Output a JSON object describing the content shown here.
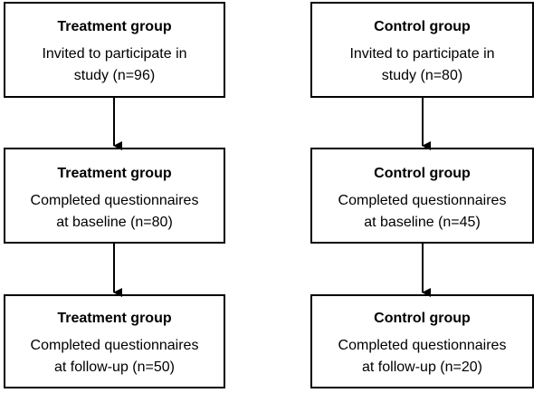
{
  "treatment": {
    "boxes": [
      {
        "title": "Treatment group",
        "desc": "Invited to participate in\nstudy (n=96)"
      },
      {
        "title": "Treatment group",
        "desc": "Completed questionnaires\nat baseline (n=80)"
      },
      {
        "title": "Treatment group",
        "desc": "Completed questionnaires\nat follow-up (n=50)"
      }
    ]
  },
  "control": {
    "boxes": [
      {
        "title": "Control group",
        "desc": "Invited to participate in\nstudy (n=80)"
      },
      {
        "title": "Control group",
        "desc": "Completed questionnaires\nat baseline (n=45)"
      },
      {
        "title": "Control group",
        "desc": "Completed questionnaires\nat follow-up (n=20)"
      }
    ]
  },
  "colors": {
    "stroke": "#000000",
    "background": "#ffffff"
  }
}
